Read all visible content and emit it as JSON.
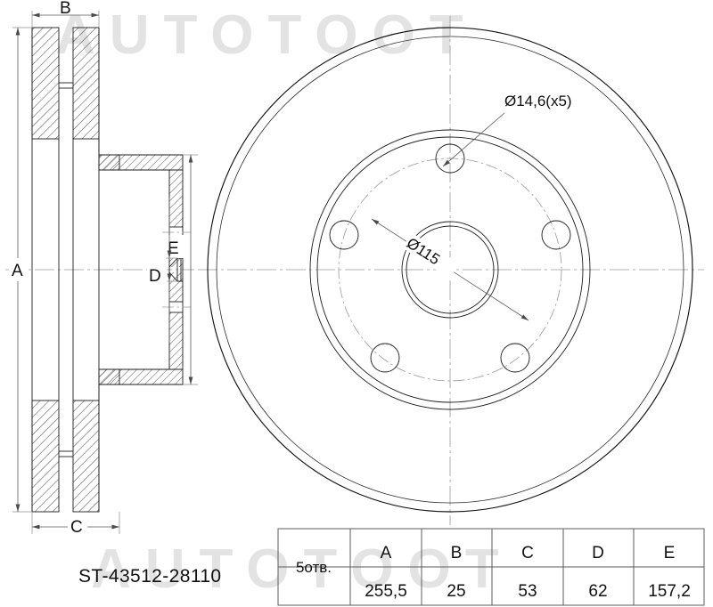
{
  "drawing": {
    "part_number": "ST-43512-28110",
    "watermark_top": "AUTOTOOT",
    "watermark_bottom": "AUTOTOOT",
    "annotations": {
      "bolt_hole": "Ø14,6(x5)",
      "bolt_circle": "Ø115"
    },
    "dimension_labels": {
      "a": "A",
      "b": "B",
      "c": "C",
      "d": "D",
      "e": "E"
    }
  },
  "spec_table": {
    "row_label": "5отв.",
    "headers": [
      "A",
      "B",
      "C",
      "D",
      "E"
    ],
    "values": [
      "255,5",
      "25",
      "53",
      "62",
      "157,2"
    ]
  },
  "colors": {
    "line": "#1c1c1c",
    "watermark": "#e3e3e3",
    "center_line": "#9a9a9a",
    "background": "#ffffff"
  }
}
